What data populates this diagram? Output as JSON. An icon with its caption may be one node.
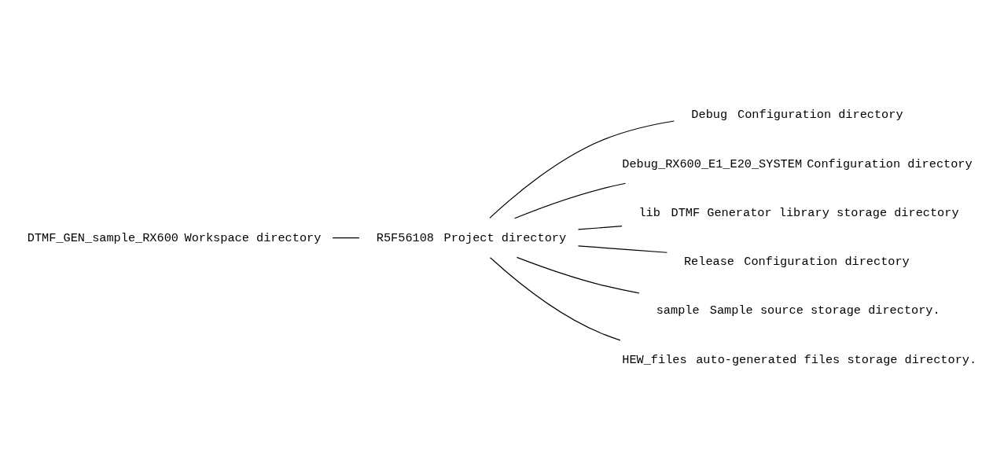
{
  "diagram": {
    "nodes": [
      {
        "text": [
          "DTMF_GEN_sample_RX600"
        ],
        "beside": [
          "Workspace directory"
        ]
      },
      {
        "text": [
          "R5F56108"
        ],
        "beside": [
          "Project directory"
        ]
      },
      {
        "text": [
          "Debug"
        ],
        "beside": [
          "Configuration directory"
        ]
      },
      {
        "text": [
          "Debug_RX600_E1_E20_SYSTEM"
        ],
        "beside": [
          "Configuration directory"
        ]
      },
      {
        "text": [
          "lib"
        ],
        "beside": [
          "DTMF Generator library storage directory"
        ]
      },
      {
        "text": [
          "Release"
        ],
        "beside": [
          "Configuration directory"
        ]
      },
      {
        "text": [
          "sample"
        ],
        "beside": [
          "Sample source storage directory."
        ]
      },
      {
        "text": [
          "HEW_files"
        ],
        "beside": [
          "auto-generated files storage directory."
        ]
      }
    ],
    "edges": [
      {
        "from": 0,
        "to": 1,
        "arrow": "none"
      },
      {
        "from": 1,
        "to": 2,
        "arrow": "none"
      },
      {
        "from": 1,
        "to": 3,
        "arrow": "none"
      },
      {
        "from": 1,
        "to": 4,
        "arrow": "none"
      },
      {
        "from": 1,
        "to": 5,
        "arrow": "none"
      },
      {
        "from": 1,
        "to": 6,
        "arrow": "none"
      },
      {
        "from": 1,
        "to": 7,
        "arrow": "none"
      }
    ]
  }
}
